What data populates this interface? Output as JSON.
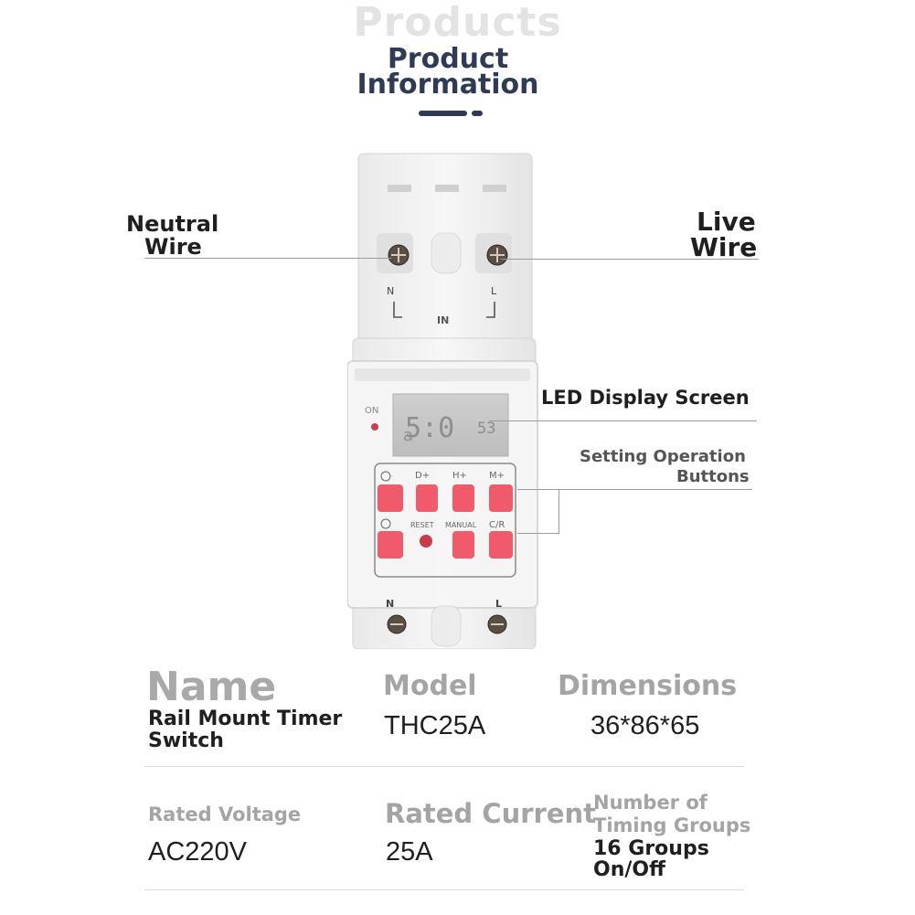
{
  "header": {
    "background_title": "Products",
    "title_line1": "Product",
    "title_line2": "Information"
  },
  "callouts": {
    "neutral_line1": "Neutral",
    "neutral_line2": "Wire",
    "live_line1": "Live",
    "live_line2": "Wire",
    "led": "LED Display Screen",
    "buttons_line1": "Setting Operation",
    "buttons_line2": "Buttons"
  },
  "device": {
    "top_n": "N",
    "top_l": "L",
    "in_label": "IN",
    "on_label": "ON",
    "lcd_time": "5:0",
    "lcd_small": "53",
    "lcd_day": "a",
    "key_d": "D+",
    "key_h": "H+",
    "key_m": "M+",
    "reset": "RESET",
    "manual": "MANUAL",
    "cr": "C/R",
    "bottom_n": "N",
    "bottom_l": "L"
  },
  "specs": {
    "name_label": "Name",
    "name_value_line1": "Rail Mount Timer",
    "name_value_line2": "Switch",
    "model_label": "Model",
    "model_value": "THC25A",
    "dimensions_label": "Dimensions",
    "dimensions_value": "36*86*65",
    "voltage_label": "Rated Voltage",
    "voltage_value": "AC220V",
    "current_label": "Rated Current",
    "current_value": "25A",
    "groups_label_line1": "Number of",
    "groups_label_line2": "Timing Groups",
    "groups_value_line1": "16 Groups",
    "groups_value_line2": "On/Off"
  },
  "colors": {
    "title": "#2f3a55",
    "button": "#f05a6a",
    "label_gray": "#a4a4a4",
    "device_body": "#f1f1f1"
  }
}
